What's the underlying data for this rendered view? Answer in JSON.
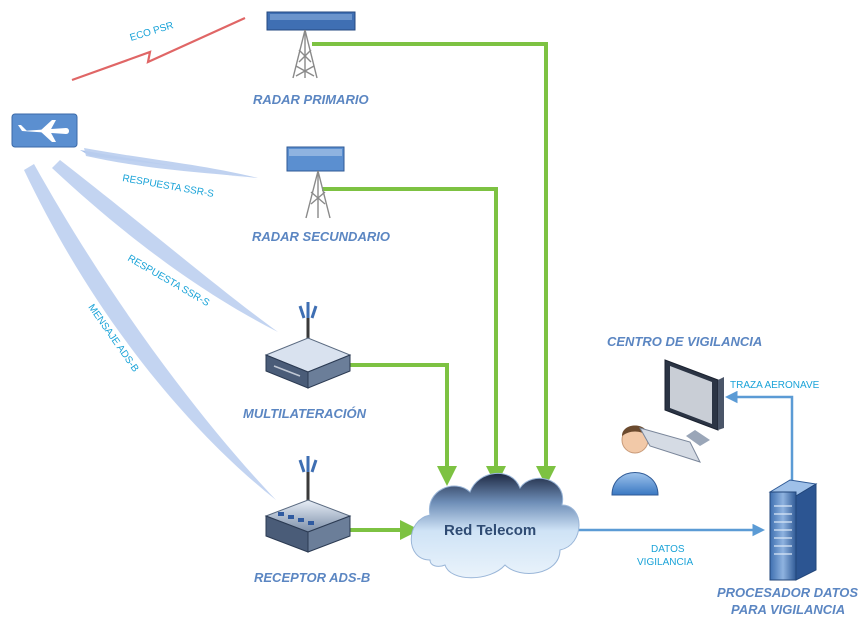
{
  "nodes": {
    "radar_primario": "RADAR PRIMARIO",
    "radar_secundario": "RADAR SECUNDARIO",
    "multilateracion": "MULTILATERACIÓN",
    "receptor_adsb": "RECEPTOR ADS-B",
    "red_telecom": "Red Telecom",
    "centro_vigilancia": "CENTRO DE VIGILANCIA",
    "procesador_line1": "PROCESADOR DATOS",
    "procesador_line2": "PARA VIGILANCIA"
  },
  "links": {
    "eco_psr": "ECO PSR",
    "respuesta_ssr_1": "RESPUESTA SSR-S",
    "respuesta_ssr_2": "RESPUESTA SSR-S",
    "mensaje_adsb": "MENSAJE ADS-B",
    "datos_line1": "DATOS",
    "datos_line2": "VIGILANCIA",
    "traza_aeronave": "TRAZA AERONAVE"
  },
  "colors": {
    "network_link": "#7dc242",
    "data_link": "#5b9bd5",
    "label_blue": "#5b86c2",
    "radio_link": "#1aa3d8",
    "psr_signal": "#e06666"
  }
}
